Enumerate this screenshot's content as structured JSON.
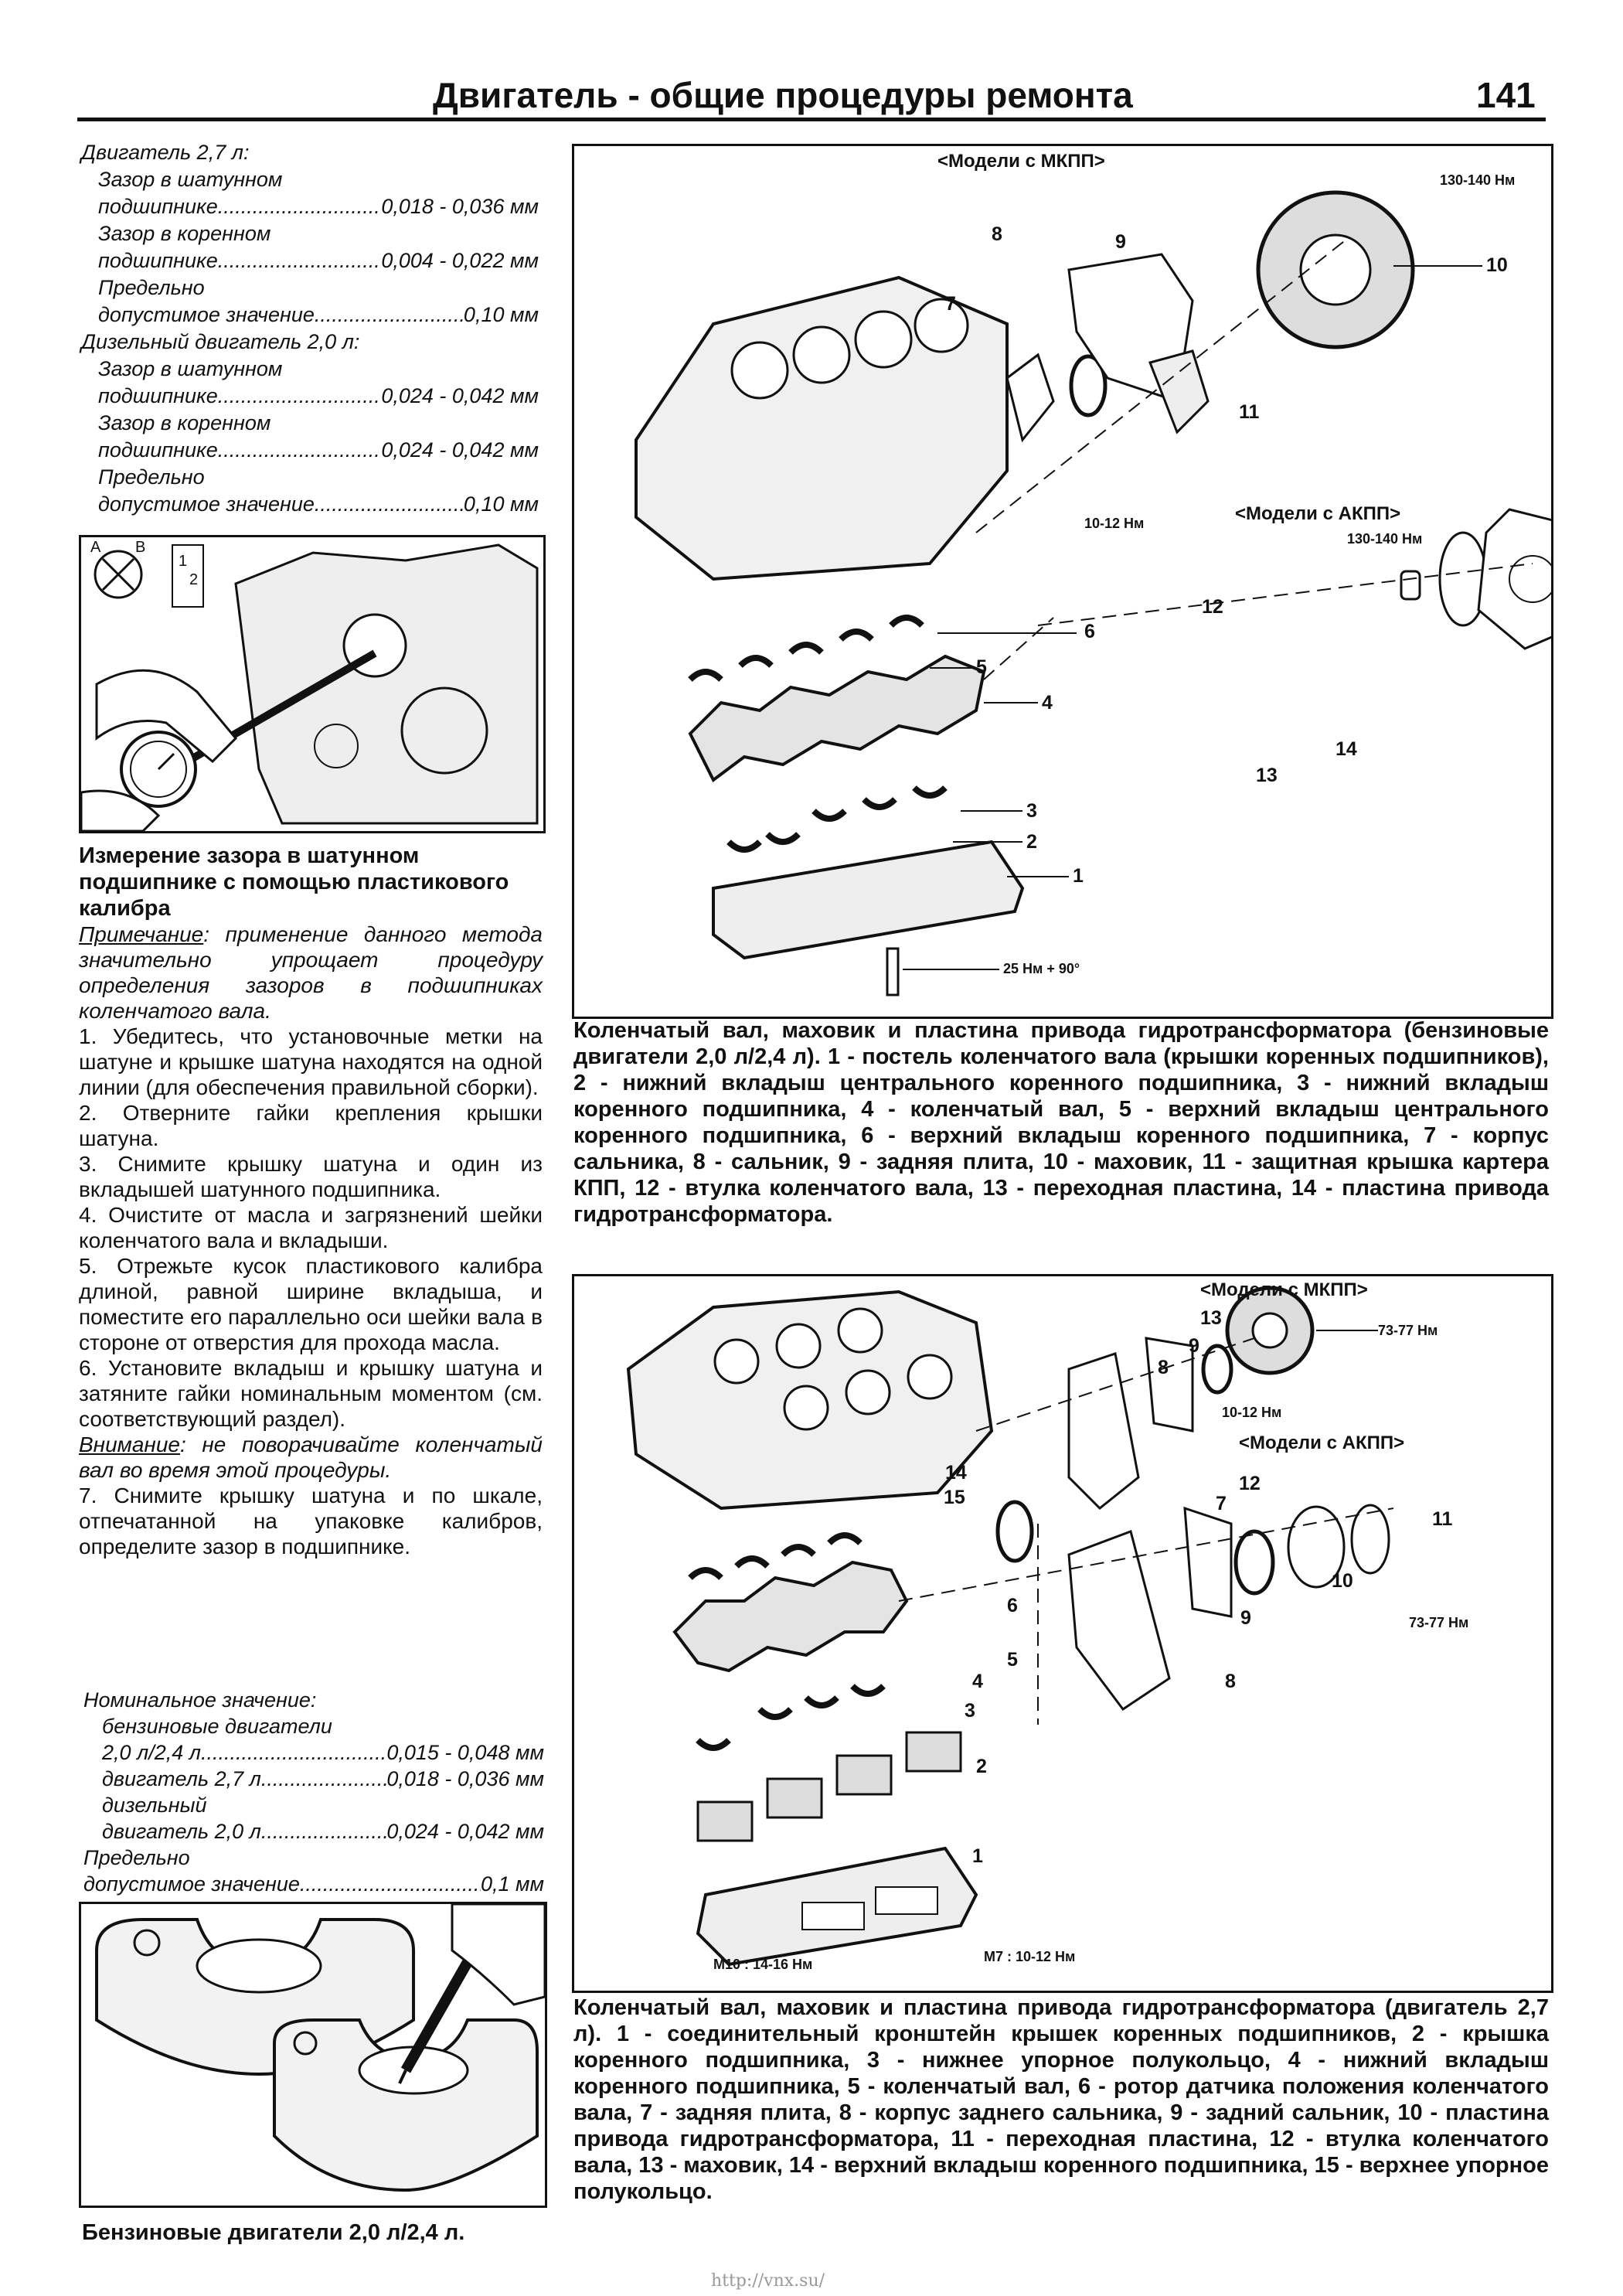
{
  "header": {
    "title": "Двигатель - общие процедуры ремонта",
    "page_number": "141"
  },
  "spec_block": {
    "engine_27": "Двигатель 2,7 л:",
    "rod_clear": "Зазор в шатунном",
    "rod_bearing": "подшипнике",
    "rod_value_27": "0,018 - 0,036 мм",
    "main_clear": "Зазор в коренном",
    "main_bearing": "подшипнике",
    "main_value_27": "0,004 - 0,022 мм",
    "limit": "Предельно",
    "limit_allowed": "допустимое значение",
    "limit_value_27": "0,10 мм",
    "diesel_20": "Дизельный двигатель 2,0 л:",
    "rod_value_d": "0,024 - 0,042 мм",
    "main_value_d": "0,024 - 0,042 мм",
    "limit_value_d": "0,10 мм"
  },
  "left_figure": {
    "label_a": "A",
    "label_b": "B",
    "label_1": "1",
    "label_2": "2"
  },
  "section": {
    "heading": "Измерение зазора в шатунном подшипнике с помощью пластикового калибра",
    "note_label": "Примечание",
    "note_text": ": применение данного метода значительно упрощает процедуру определения зазоров в подшипниках коленчатого вала.",
    "step1": "1. Убедитесь, что установочные метки на шатуне и крышке шатуна находятся на одной линии (для обеспечения правильной сборки).",
    "step2": "2. Отверните гайки крепления крышки шатуна.",
    "step3": "3. Снимите крышку шатуна и один из вкладышей шатунного подшипника.",
    "step4": "4. Очистите от масла и загрязнений шейки коленчатого вала и вкладыши.",
    "step5": "5. Отрежьте кусок пластикового калибра длиной, равной ширине вкладыша, и поместите его параллельно оси шейки вала в стороне от отверстия для прохода масла.",
    "step6": "6. Установите вкладыш и крышку шатуна и затяните гайки номинальным моментом (см. соответствующий раздел).",
    "warn_label": "Внимание",
    "warn_text": ": не поворачивайте коленчатый вал во время этой процедуры.",
    "step7": "7. Снимите крышку шатуна и по шкале, отпечатанной на упаковке калибров, определите зазор в подшипнике."
  },
  "nominal": {
    "title": "Номинальное значение:",
    "petrol": "бензиновые двигатели",
    "petrol_eng": "2,0 л/2,4 л",
    "petrol_val": "0,015 - 0,048 мм",
    "eng27": "двигатель 2,7 л.",
    "eng27_val": "0,018 - 0,036 мм",
    "diesel": "дизельный",
    "diesel_eng": "двигатель 2,0 л.",
    "diesel_val": "0,024 - 0,042 мм",
    "limit": "Предельно",
    "limit_allowed": "допустимое значение",
    "limit_val": "0,1 мм"
  },
  "bottom_left_caption": "Бензиновые двигатели 2,0 л/2,4 л.",
  "fig1": {
    "mkpp": "<Модели с МКПП>",
    "akpp": "<Модели с АКПП>",
    "torque_130a": "130-140 Нм",
    "torque_130b": "130-140 Нм",
    "torque_10_12": "10-12 Нм",
    "torque_25": "25 Нм + 90°",
    "n1": "1",
    "n2": "2",
    "n3": "3",
    "n4": "4",
    "n5": "5",
    "n6": "6",
    "n7": "7",
    "n8": "8",
    "n9": "9",
    "n10": "10",
    "n11": "11",
    "n12": "12",
    "n13": "13",
    "n14": "14"
  },
  "caption1": "Коленчатый вал, маховик и пластина привода гидротрансформатора (бензиновые двигатели 2,0 л/2,4 л). 1 - постель коленчатого вала (крышки коренных подшипников), 2 - нижний вкладыш центрального коренного подшипника, 3 - нижний вкладыш коренного подшипника, 4 - коленчатый вал, 5 - верхний вкладыш центрального коренного подшипника, 6 - верхний вкладыш коренного подшипника, 7 - корпус сальника, 8 - сальник, 9 - задняя плита, 10 - маховик, 11 - защитная крышка картера КПП, 12 - втулка коленчатого вала, 13 - переходная пластина, 14 - пластина привода гидротрансформатора.",
  "fig2": {
    "mkpp": "<Модели с МКПП>",
    "akpp": "<Модели с АКПП>",
    "torque_73a": "73-77 Нм",
    "torque_73b": "73-77 Нм",
    "torque_10_12": "10-12 Нм",
    "torque_m10": "M10 : 14-16 Нм",
    "torque_m7": "M7 : 10-12 Нм",
    "n1": "1",
    "n2": "2",
    "n3": "3",
    "n4": "4",
    "n5": "5",
    "n6": "6",
    "n7": "7",
    "n8": "8",
    "n8b": "8",
    "n9": "9",
    "n9b": "9",
    "n10": "10",
    "n11": "11",
    "n12": "12",
    "n13": "13",
    "n14": "14",
    "n15": "15"
  },
  "caption2": "Коленчатый вал, маховик и пластина привода гидротрансформатора (двигатель 2,7 л). 1 - соединительный кронштейн крышек коренных подшипников, 2 - крышка коренного подшипника, 3 - нижнее упорное полукольцо, 4 - нижний вкладыш коренного подшипника, 5 - коленчатый вал, 6 - ротор датчика положения коленчатого вала, 7 - задняя плита, 8 - корпус заднего сальника, 9 - задний сальник, 10 - пластина привода гидротрансформатора, 11 - переходная пластина, 12 - втулка коленчатого вала, 13 - маховик, 14 - верхний вкладыш коренного подшипника, 15 - верхнее упорное полукольцо.",
  "watermark": "http://vnx.su/"
}
